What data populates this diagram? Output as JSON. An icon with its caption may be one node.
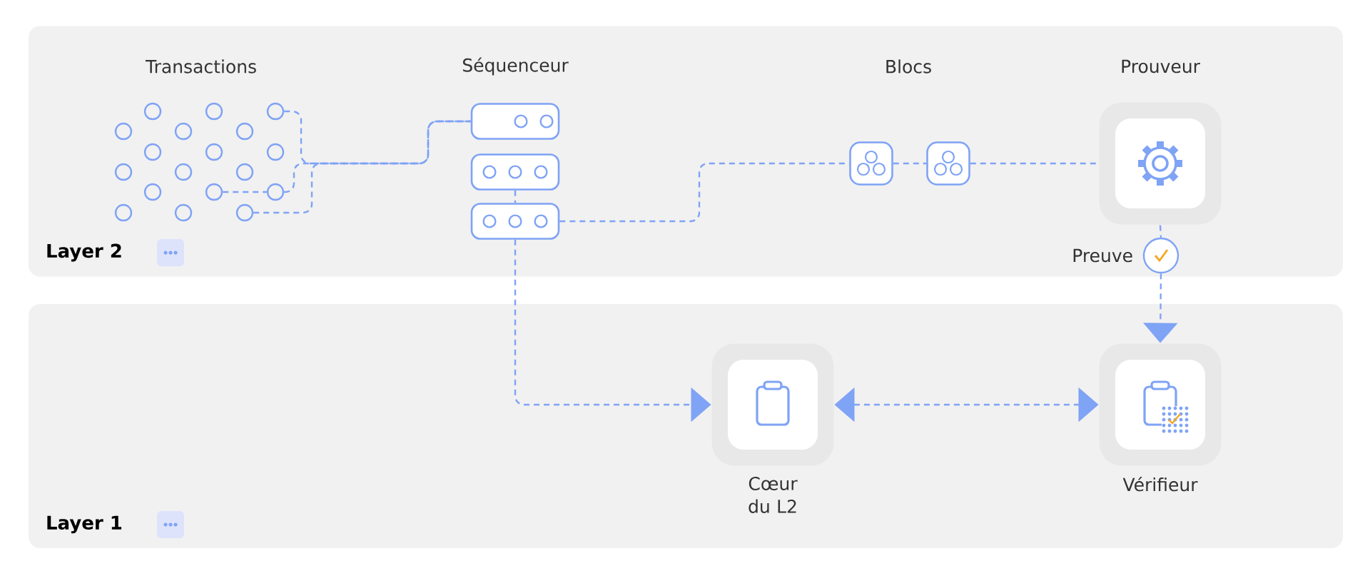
{
  "diagram": {
    "nodes": [
      {
        "text": [
          "Layer 2"
        ]
      },
      {
        "text": [],
        "shape": "circle",
        "in": 0
      },
      {
        "text": [],
        "shape": "circle",
        "in": 0
      },
      {
        "text": [],
        "shape": "circle",
        "in": 0
      },
      {
        "text": [],
        "shape": "circle",
        "in": 0
      },
      {
        "text": [],
        "shape": "circle",
        "in": 0
      },
      {
        "text": [],
        "shape": "circle",
        "in": 0
      },
      {
        "text": [],
        "shape": "circle",
        "in": 0
      },
      {
        "text": [],
        "shape": "circle",
        "in": 0
      },
      {
        "text": [],
        "shape": "circle",
        "in": 0
      },
      {
        "text": [],
        "shape": "circle",
        "in": 0
      },
      {
        "text": [],
        "shape": "circle",
        "in": 0
      },
      {
        "text": [],
        "shape": "circle",
        "in": 0
      },
      {
        "text": [],
        "shape": "circle",
        "in": 0
      },
      {
        "text": [],
        "shape": "circle",
        "in": 0
      },
      {
        "text": [],
        "shape": "circle",
        "in": 0
      },
      {
        "text": [],
        "shape": "circle",
        "in": 0
      },
      {
        "text": [],
        "shape": "circle",
        "in": 0
      },
      {
        "text": [],
        "shape": "circle",
        "in": 0
      },
      {
        "text": [],
        "shape": "box",
        "in": 0
      },
      {
        "text": [],
        "shape": "box",
        "in": 0
      },
      {
        "text": [],
        "shape": "box",
        "in": 0
      },
      {
        "text": [],
        "shape": "box",
        "in": 0
      },
      {
        "text": [],
        "shape": "box",
        "in": 0
      },
      {
        "text": [
          "Prouveur"
        ],
        "in": 0
      },
      {
        "text": [],
        "shape": "circle",
        "beside": [
          "Preuve"
        ],
        "in": 0
      },
      {
        "text": [
          "Layer 1"
        ]
      },
      {
        "text": [
          "Cœur du L2"
        ],
        "in": 26
      },
      {
        "text": [
          "Vérifieur"
        ],
        "in": 26
      }
    ],
    "edges": [
      {
        "from": 12,
        "to": 18,
        "arrow": "none"
      },
      {
        "from": 18,
        "to": 19,
        "arrow": "none"
      },
      {
        "from": 16,
        "to": 19,
        "arrow": "none"
      },
      {
        "from": 15,
        "to": 19,
        "arrow": "none"
      },
      {
        "from": 20,
        "to": 21,
        "arrow": "none"
      },
      {
        "from": 21,
        "to": 22,
        "arrow": "none"
      },
      {
        "from": 22,
        "to": 23,
        "arrow": "none"
      },
      {
        "from": 23,
        "to": 24,
        "arrow": "none"
      },
      {
        "from": 24,
        "to": 25,
        "arrow": "none"
      },
      {
        "from": 25,
        "to": 28,
        "arrow": "to"
      },
      {
        "from": 21,
        "to": 27,
        "arrow": "to"
      },
      {
        "from": 27,
        "to": 28,
        "arrow": "both"
      }
    ],
    "labels": [
      "Transactions",
      "Séquenceur",
      "Blocs"
    ]
  }
}
